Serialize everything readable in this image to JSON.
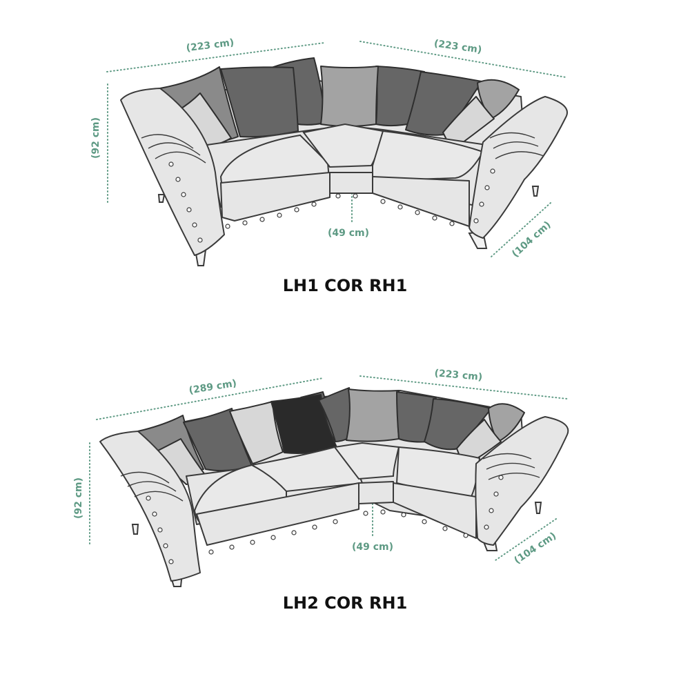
{
  "diagrams": [
    {
      "caption": "LH1 COR RH1",
      "dims": {
        "left_width": "(223 cm)",
        "right_width": "(223 cm)",
        "height": "(92 cm)",
        "seat_height": "(49 cm)",
        "depth": "(104 cm)"
      }
    },
    {
      "caption": "LH2 COR RH1",
      "dims": {
        "left_width": "(289 cm)",
        "right_width": "(223 cm)",
        "height": "(92 cm)",
        "seat_height": "(49 cm)",
        "depth": "(104 cm)"
      }
    }
  ],
  "colors": {
    "dimension": "#5e9a84",
    "caption": "#111111",
    "upholstery": "#e6e6e6"
  }
}
